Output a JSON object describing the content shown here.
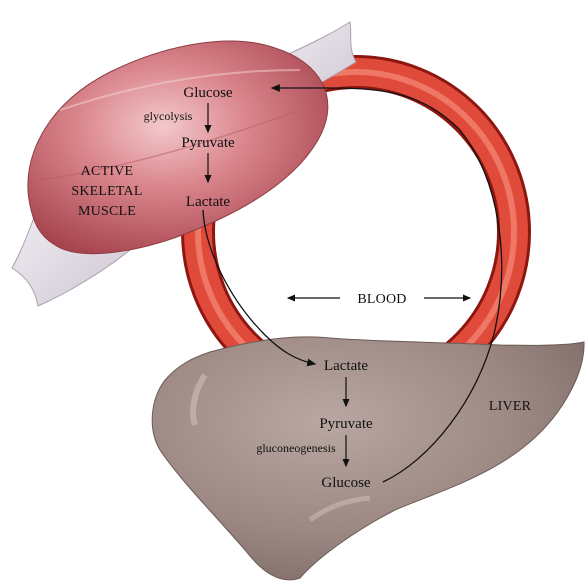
{
  "labels": {
    "muscle_title": [
      "ACTIVE",
      "SKELETAL",
      "MUSCLE"
    ],
    "liver_title": "LIVER",
    "blood": "BLOOD"
  },
  "muscle_pathway": {
    "glucose": "Glucose",
    "process": "glycolysis",
    "pyruvate": "Pyruvate",
    "lactate": "Lactate"
  },
  "liver_pathway": {
    "lactate": "Lactate",
    "pyruvate": "Pyruvate",
    "process": "gluconeogenesis",
    "glucose": "Glucose"
  },
  "colors": {
    "blood_vessel": "#e04a3a",
    "muscle": "#c56a72",
    "tendon": "#e7e1e8",
    "liver": "#9e8b86"
  }
}
